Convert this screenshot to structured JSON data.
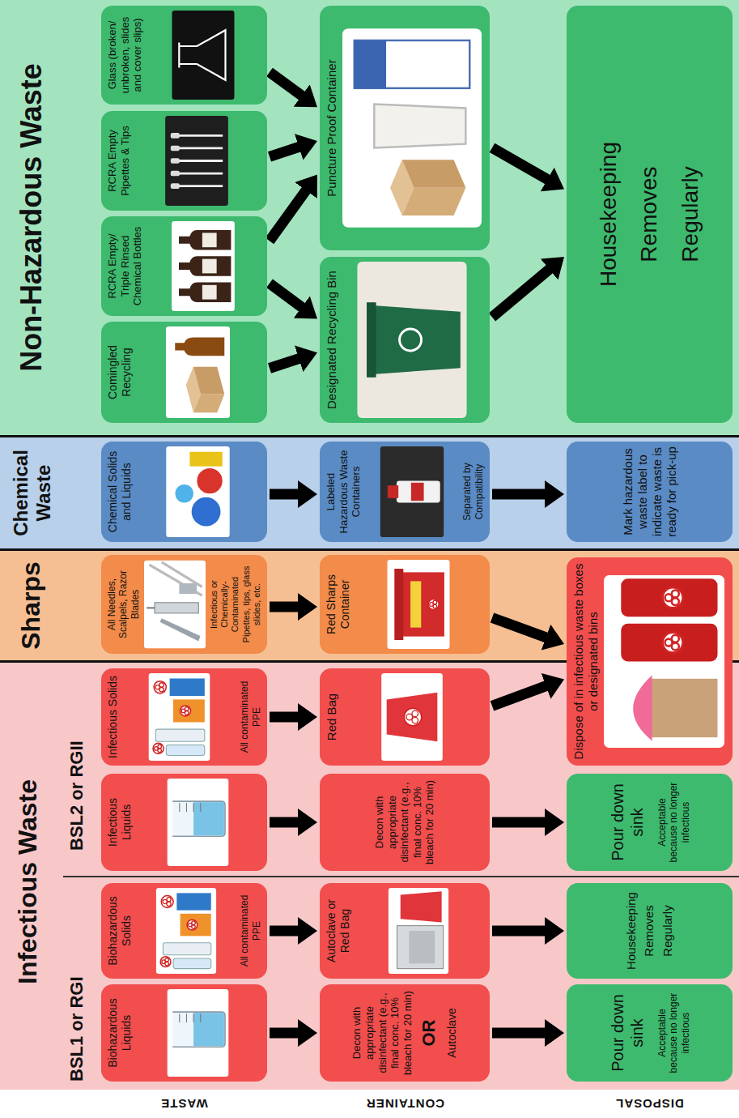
{
  "diagram": {
    "nodes": [
      {
        "text": [
          "Infectious Waste"
        ]
      },
      {
        "text": [
          "Biohazardous Liquids"
        ],
        "in": 0
      },
      {
        "text": [
          "Decon with appropriate disinfectant (e.g., final conc. 10% bleach for 20 min)",
          "OR",
          "Autoclave"
        ],
        "in": 0
      },
      {
        "text": [
          "Pour down sink",
          "Acceptable because no longer infectious"
        ],
        "in": 0
      },
      {
        "text": [
          "Biohazardous Solids",
          "All contaminated PPE"
        ],
        "in": 0
      },
      {
        "text": [
          "Autoclave or Red Bag"
        ],
        "in": 0
      },
      {
        "text": [
          "Housekeeping Removes Regularly"
        ],
        "in": 0
      },
      {
        "text": [
          "Infectious Liquids"
        ],
        "in": 0
      },
      {
        "text": [
          "Decon with appropriate disinfectant (e.g., final conc. 10% bleach for 20 min)"
        ],
        "in": 0
      },
      {
        "text": [
          "Pour down sink",
          "Acceptable because no longer infectious"
        ],
        "in": 0
      },
      {
        "text": [
          "Infectious Solids",
          "All contaminated PPE"
        ],
        "in": 0
      },
      {
        "text": [
          "Red Bag"
        ],
        "in": 0
      },
      {
        "text": [
          "Sharps"
        ]
      },
      {
        "text": [
          "All Needles, Scalpels, Razor Blades",
          "Infectious or Chemically-Contaminated Pipettes, tips, glass slides, etc."
        ],
        "in": 12
      },
      {
        "text": [
          "Red Sharps Container"
        ],
        "in": 12
      },
      {
        "text": [
          "Dispose of in infectious waste boxes or designated bins"
        ]
      },
      {
        "text": [
          "Chemical Waste"
        ]
      },
      {
        "text": [
          "Chemical Solids and Liquids"
        ],
        "in": 16
      },
      {
        "text": [
          "Labeled Hazardous Waste Containers",
          "Separated by Compatibility"
        ],
        "in": 16
      },
      {
        "text": [
          "Mark hazardous waste label to indicate waste is ready for pick-up"
        ],
        "in": 16
      },
      {
        "text": [
          "Non-Hazardous Waste"
        ]
      },
      {
        "text": [
          "Comingled Recycling"
        ],
        "in": 20
      },
      {
        "text": [
          "RCRA Empty/ Triple Rinsed Chemical Bottles"
        ],
        "in": 20
      },
      {
        "text": [
          "RCRA Empty Pipettes & Tips"
        ],
        "in": 20
      },
      {
        "text": [
          "Glass (broken/ unbroken, slides and cover slips)"
        ],
        "in": 20
      },
      {
        "text": [
          "Designated Recycling Bin"
        ],
        "in": 20
      },
      {
        "text": [
          "Puncture Proof Container"
        ],
        "in": 20
      },
      {
        "text": [
          "Housekeeping Removes Regularly"
        ],
        "in": 20
      }
    ],
    "edges": [
      {
        "from": 1,
        "to": 2,
        "arrow": "to"
      },
      {
        "from": 2,
        "to": 3,
        "arrow": "to"
      },
      {
        "from": 4,
        "to": 5,
        "arrow": "to"
      },
      {
        "from": 5,
        "to": 6,
        "arrow": "to"
      },
      {
        "from": 7,
        "to": 8,
        "arrow": "to"
      },
      {
        "from": 8,
        "to": 9,
        "arrow": "to"
      },
      {
        "from": 10,
        "to": 11,
        "arrow": "to"
      },
      {
        "from": 11,
        "to": 15,
        "arrow": "to"
      },
      {
        "from": 13,
        "to": 14,
        "arrow": "to"
      },
      {
        "from": 14,
        "to": 15,
        "arrow": "to"
      },
      {
        "from": 17,
        "to": 18,
        "arrow": "to"
      },
      {
        "from": 18,
        "to": 19,
        "arrow": "to"
      },
      {
        "from": 21,
        "to": 25,
        "arrow": "to"
      },
      {
        "from": 22,
        "to": 25,
        "arrow": "to"
      },
      {
        "from": 22,
        "to": 26,
        "arrow": "to"
      },
      {
        "from": 23,
        "to": 26,
        "arrow": "to"
      },
      {
        "from": 24,
        "to": 26,
        "arrow": "to"
      },
      {
        "from": 25,
        "to": 27,
        "arrow": "to"
      },
      {
        "from": 26,
        "to": 27,
        "arrow": "to"
      }
    ],
    "labels": [
      "BSL1 or RGI",
      "BSL2 or RGII",
      "WASTE",
      "CONTAINER",
      "DISPOSAL"
    ]
  }
}
